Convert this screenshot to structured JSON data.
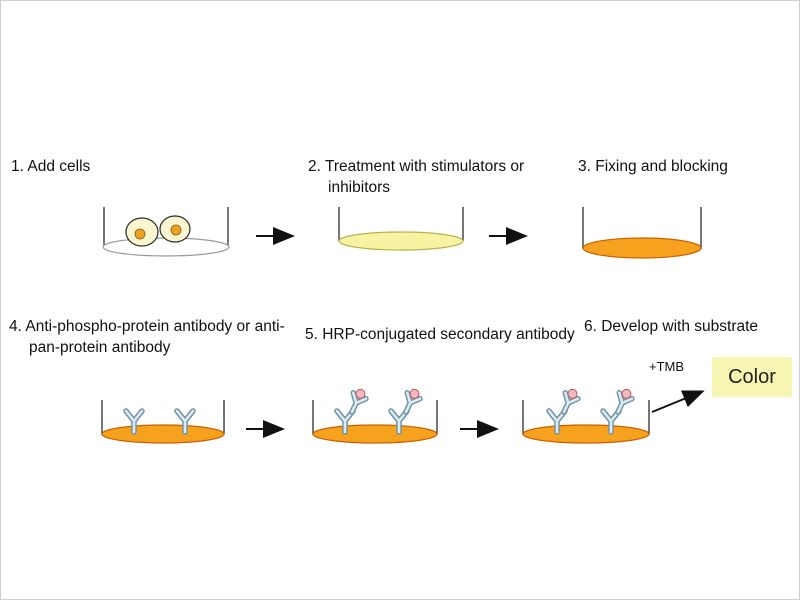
{
  "steps": [
    {
      "label": "1. Add cells"
    },
    {
      "label": "2. Treatment with stimulators or inhibitors"
    },
    {
      "label": "3. Fixing and blocking"
    },
    {
      "label": "4. Anti-phospho-protein antibody or anti-pan-protein antibody"
    },
    {
      "label": "5. HRP-conjugated secondary antibody"
    },
    {
      "label": "6. Develop with substrate"
    }
  ],
  "annotations": {
    "tmb": "+TMB",
    "color": "Color"
  },
  "colors": {
    "cell_fill": "#fbf6cf",
    "cell_nucleus": "#eda224",
    "treatment_fill": "#f7f3a2",
    "substrate_orange": "#f6a21e",
    "hrp_dot": "#f3b9c0",
    "color_box_bg": "#f6f6b2",
    "arrow": "#111111"
  }
}
